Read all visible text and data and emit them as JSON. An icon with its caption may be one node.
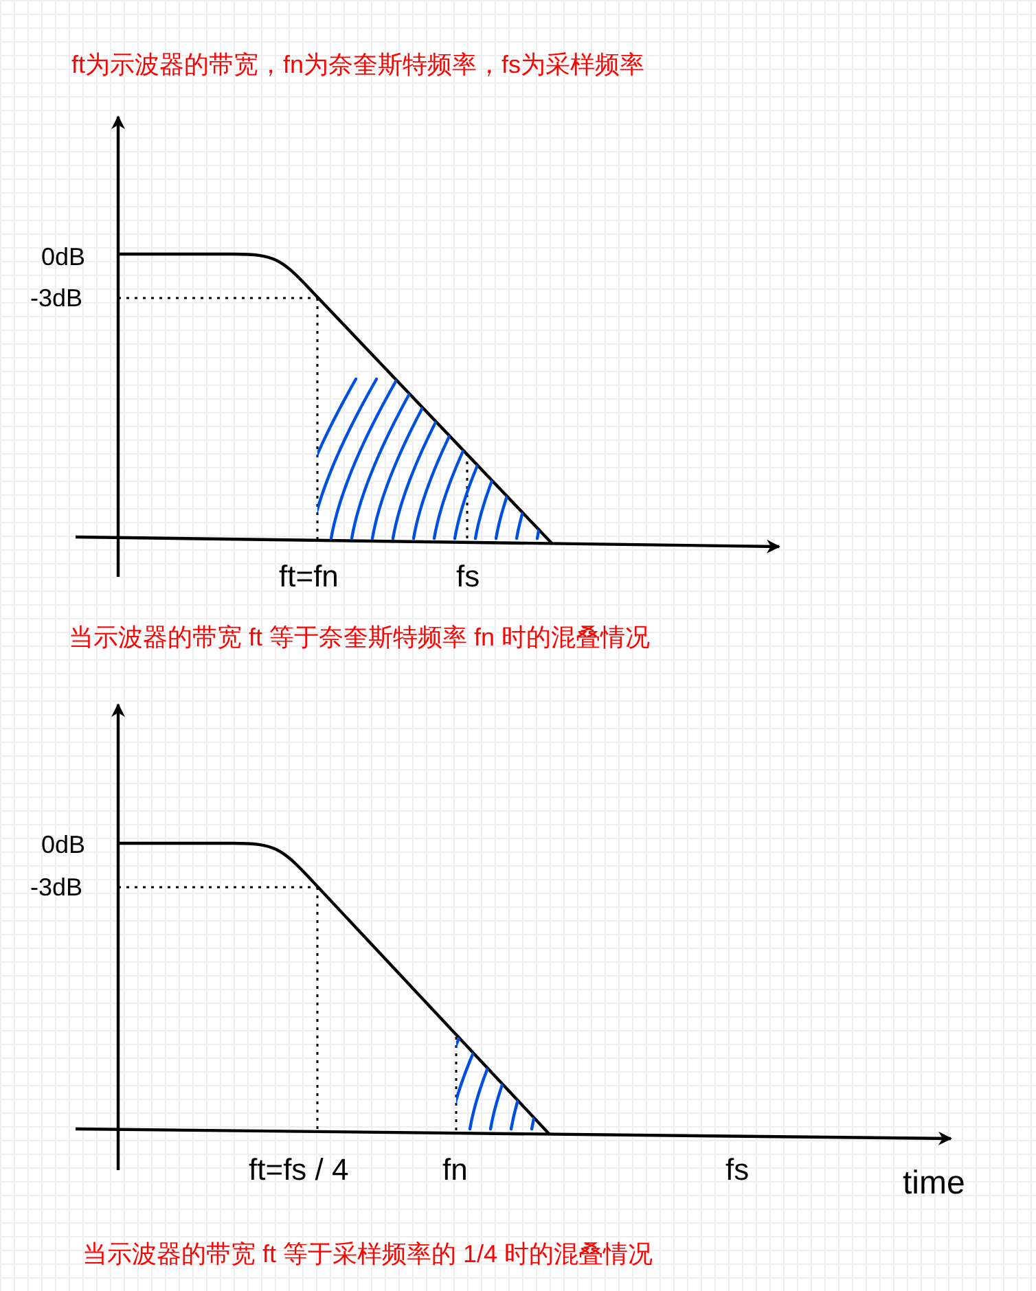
{
  "diagram": {
    "title": "ft为示波器的带宽，fn为奈奎斯特频率，fs为采样频率",
    "labels": [
      "0dB",
      "-3dB",
      "ft=fn",
      "fs",
      "当示波器的带宽 ft 等于奈奎斯特频率 fn 时的混叠情况",
      "0dB",
      "-3dB",
      "ft=fs / 4",
      "fn",
      "fs",
      "time",
      "当示波器的带宽 ft 等于采样频率的 1/4 时的混叠情况"
    ]
  }
}
